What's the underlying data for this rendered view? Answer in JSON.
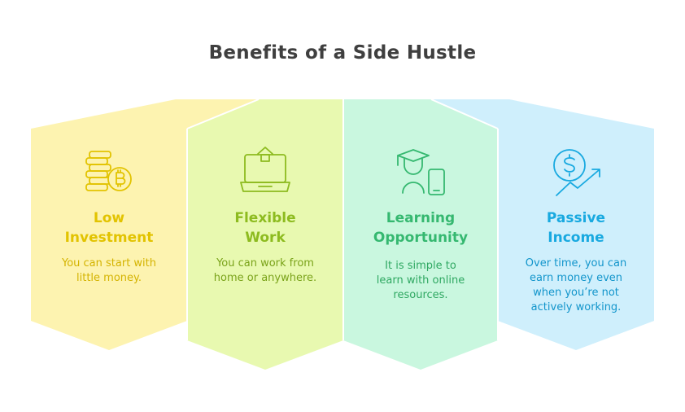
{
  "title": "Benefits of a Side Hustle",
  "cards": [
    {
      "heading": "Low\nInvestment",
      "description": "You can start with\nlittle money.",
      "icon": "bitcoin-coins-icon",
      "color": "#e2c300",
      "fill": "#fdf3b0"
    },
    {
      "heading": "Flexible\nWork",
      "description": "You can work from\nhome or anywhere.",
      "icon": "laptop-home-icon",
      "color": "#8dbb1f",
      "fill": "#e8f9b0"
    },
    {
      "heading": "Learning\nOpportunity",
      "description": "It is simple to\nlearn with online\nresources.",
      "icon": "graduate-phone-icon",
      "color": "#35b870",
      "fill": "#c9f7df"
    },
    {
      "heading": "Passive\nIncome",
      "description": "Over time, you can\nearn money even\nwhen you’re not\nactively working.",
      "icon": "dollar-growth-icon",
      "color": "#18a9e0",
      "fill": "#cfeffc"
    }
  ]
}
